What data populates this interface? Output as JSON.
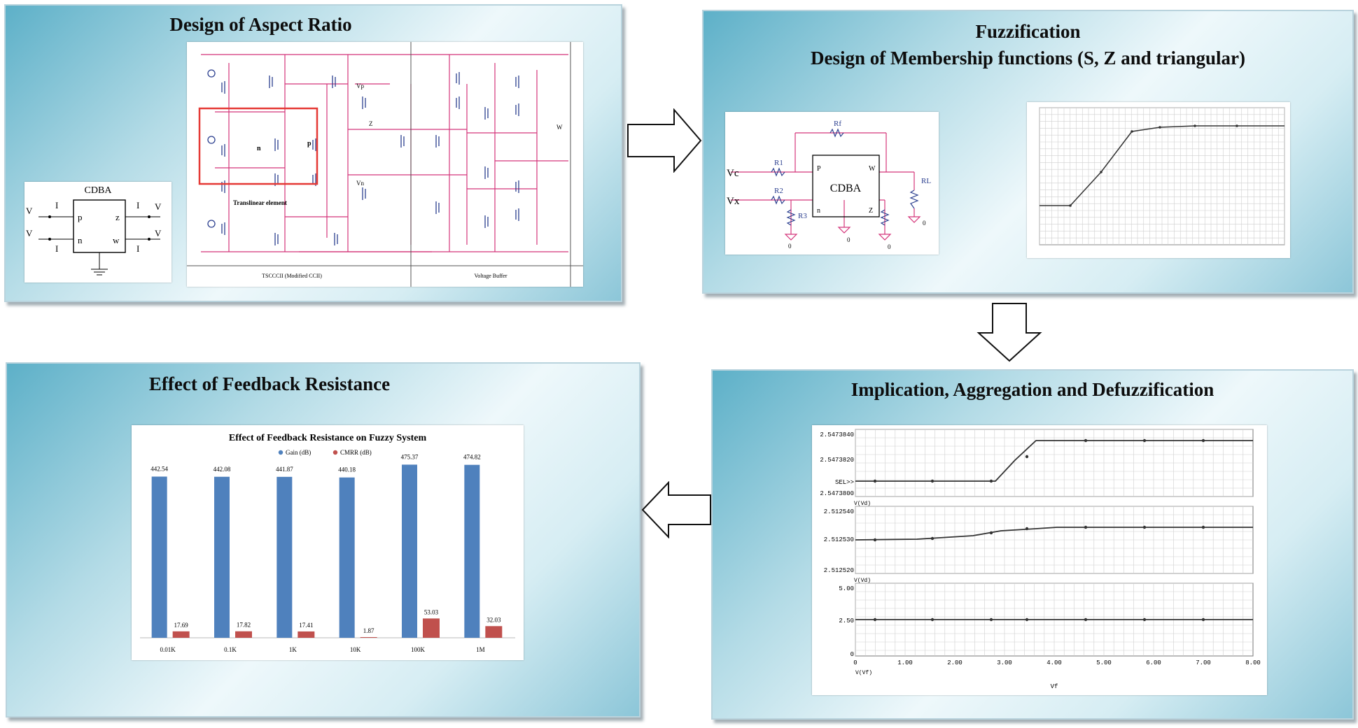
{
  "panels": {
    "aspect_ratio": {
      "title": "Design of Aspect Ratio",
      "cdba_label": "CDBA",
      "cdba_ports": {
        "p": "p",
        "n": "n",
        "z": "z",
        "w": "w"
      },
      "cdba_terms": {
        "vp": "V",
        "vn": "V",
        "ip": "I",
        "in": "I",
        "iz": "I",
        "iw": "I",
        "vz": "V",
        "vw": "V"
      },
      "translinear_label": "Translinear element",
      "footer_left": "TSCCCII (Modified CCII)",
      "footer_right": "Voltage Buffer",
      "node_labels": {
        "n": "n",
        "p": "p",
        "vn": "Vn",
        "vp": "Vp",
        "z": "Z",
        "w": "W"
      }
    },
    "fuzzification": {
      "title_line1": "Fuzzification",
      "title_line2": "Design of Membership functions (S, Z and triangular)",
      "circuit": {
        "block": "CDBA",
        "p": "P",
        "w": "W",
        "n": "n",
        "z": "Z",
        "vc": "Vc",
        "vx": "Vx",
        "r1": "R1",
        "r2": "R2",
        "r3": "R3",
        "rf": "Rf",
        "rl": "RL",
        "gnd": "0"
      }
    },
    "implication": {
      "title": "Implication, Aggregation and Defuzzification",
      "plot1": {
        "y_top": "2.5473840",
        "y_mid": "2.5473820",
        "y_bot": "2.5473800",
        "marker": "SEL>>",
        "trace": "V(Vd)"
      },
      "plot2": {
        "y_top": "2.512540",
        "y_mid": "2.512530",
        "y_bot": "2.512520",
        "trace": "V(Vd)"
      },
      "plot3": {
        "y_top": "5.00",
        "y_mid": "2.50",
        "y_bot": "0",
        "trace": "V(Vf)"
      },
      "x_ticks": [
        "0",
        "1.00",
        "2.00",
        "3.00",
        "4.00",
        "5.00",
        "6.00",
        "7.00",
        "8.00"
      ],
      "x_label": "Vf"
    },
    "feedback": {
      "title": "Effect of Feedback Resistance"
    }
  },
  "colors": {
    "gain": "#4f81bd",
    "cmrr": "#c0504d",
    "red": "#e53935",
    "schem": "#d4357a"
  },
  "chart_data": {
    "type": "bar",
    "title": "Effect of Feedback Resistance on Fuzzy System",
    "categories": [
      "0.01K",
      "0.1K",
      "1K",
      "10K",
      "100K",
      "1M"
    ],
    "series": [
      {
        "name": "Gain (dB)",
        "values": [
          442.54,
          442.08,
          441.87,
          440.18,
          475.37,
          474.82
        ],
        "labels": [
          "442.54",
          "442.08",
          "441.87",
          "440.18",
          "475.37",
          "474.82"
        ]
      },
      {
        "name": "CMRR (dB)",
        "values": [
          17.69,
          17.82,
          17.41,
          1.87,
          53.03,
          32.03
        ],
        "labels": [
          "17.69",
          "17.82",
          "17.41",
          "1.87",
          "53.03",
          "32.03"
        ]
      }
    ],
    "ylim": [
      0,
      480
    ],
    "legend": "top",
    "grid": false
  }
}
